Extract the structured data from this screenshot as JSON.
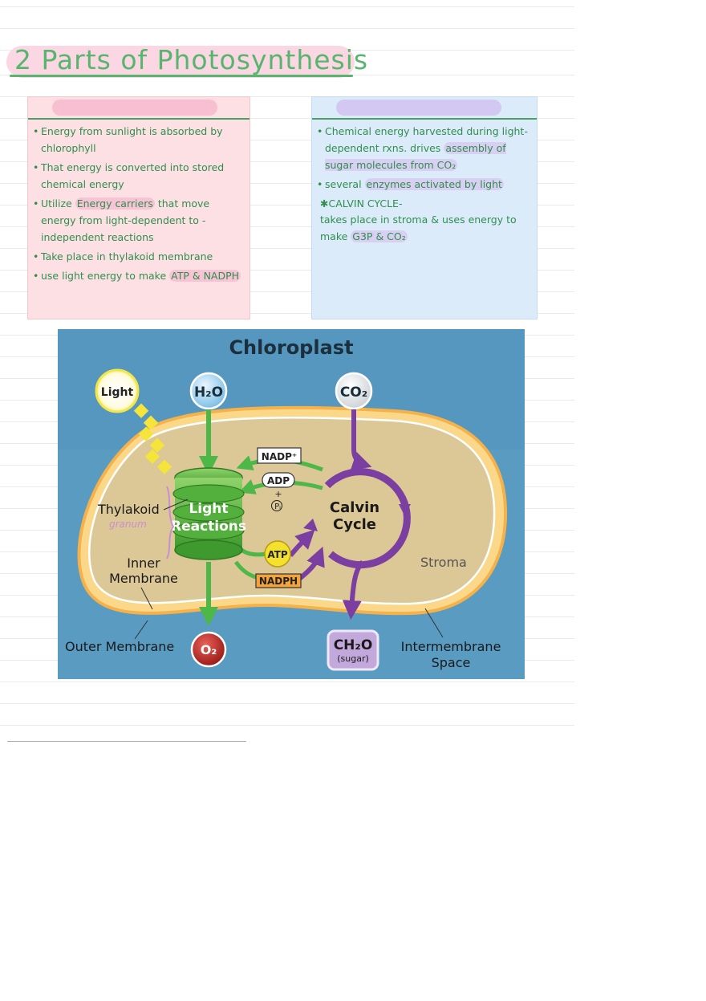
{
  "page": {
    "title": "2 Parts of Photosynthesis"
  },
  "light_reactions_card": {
    "header": "",
    "notes": [
      {
        "text": "Energy from sunlight is absorbed by chlorophyll"
      },
      {
        "text": "That energy is converted into stored chemical energy"
      },
      {
        "before": "Utilize ",
        "highlight": "Energy carriers",
        "after": " that move energy from light-dependent to -independent reactions"
      },
      {
        "text": "Take place in thylakoid membrane"
      },
      {
        "before": "use light energy to make ",
        "highlight": "ATP & NADPH",
        "after": ""
      }
    ]
  },
  "calvin_cycle_card": {
    "header": "",
    "notes": [
      {
        "before": "Chemical energy harvested during light-dependent rxns. drives ",
        "highlight": "assembly of sugar molecules from CO₂",
        "after": ""
      },
      {
        "before": "several ",
        "highlight": "enzymes activated by light",
        "after": ""
      },
      {
        "text": "✱CALVIN CYCLE-"
      },
      {
        "before": "takes place in stroma & uses energy to make ",
        "highlight": "G3P & CO₂",
        "after": ""
      }
    ]
  },
  "diagram": {
    "title": "Chloroplast",
    "light": "Light",
    "h2o": "H₂O",
    "co2": "CO₂",
    "nadp_plus": "NADP⁺",
    "adp": "ADP",
    "plus": "+",
    "pi": "Pᵢ",
    "light_reactions_line1": "Light",
    "light_reactions_line2": "Reactions",
    "calvin_line1": "Calvin",
    "calvin_line2": "Cycle",
    "thylakoid": "Thylakoid",
    "granum_note": "granum",
    "atp": "ATP",
    "nadph": "NADPH",
    "stroma": "Stroma",
    "inner_membrane_line1": "Inner",
    "inner_membrane_line2": "Membrane",
    "outer_membrane": "Outer Membrane",
    "o2": "O₂",
    "ch2o": "CH₂O",
    "sugar": "(sugar)",
    "intermembrane_line1": "Intermembrane",
    "intermembrane_line2": "Space",
    "colors": {
      "background": "#5a9bc2",
      "stroma": "#dcc796",
      "membrane": "#f3b54a",
      "light_arrow": "#4db848",
      "calvin_arrow": "#7a3fa0",
      "o2": "#c0302a",
      "ch2o": "#a78cc8"
    }
  }
}
